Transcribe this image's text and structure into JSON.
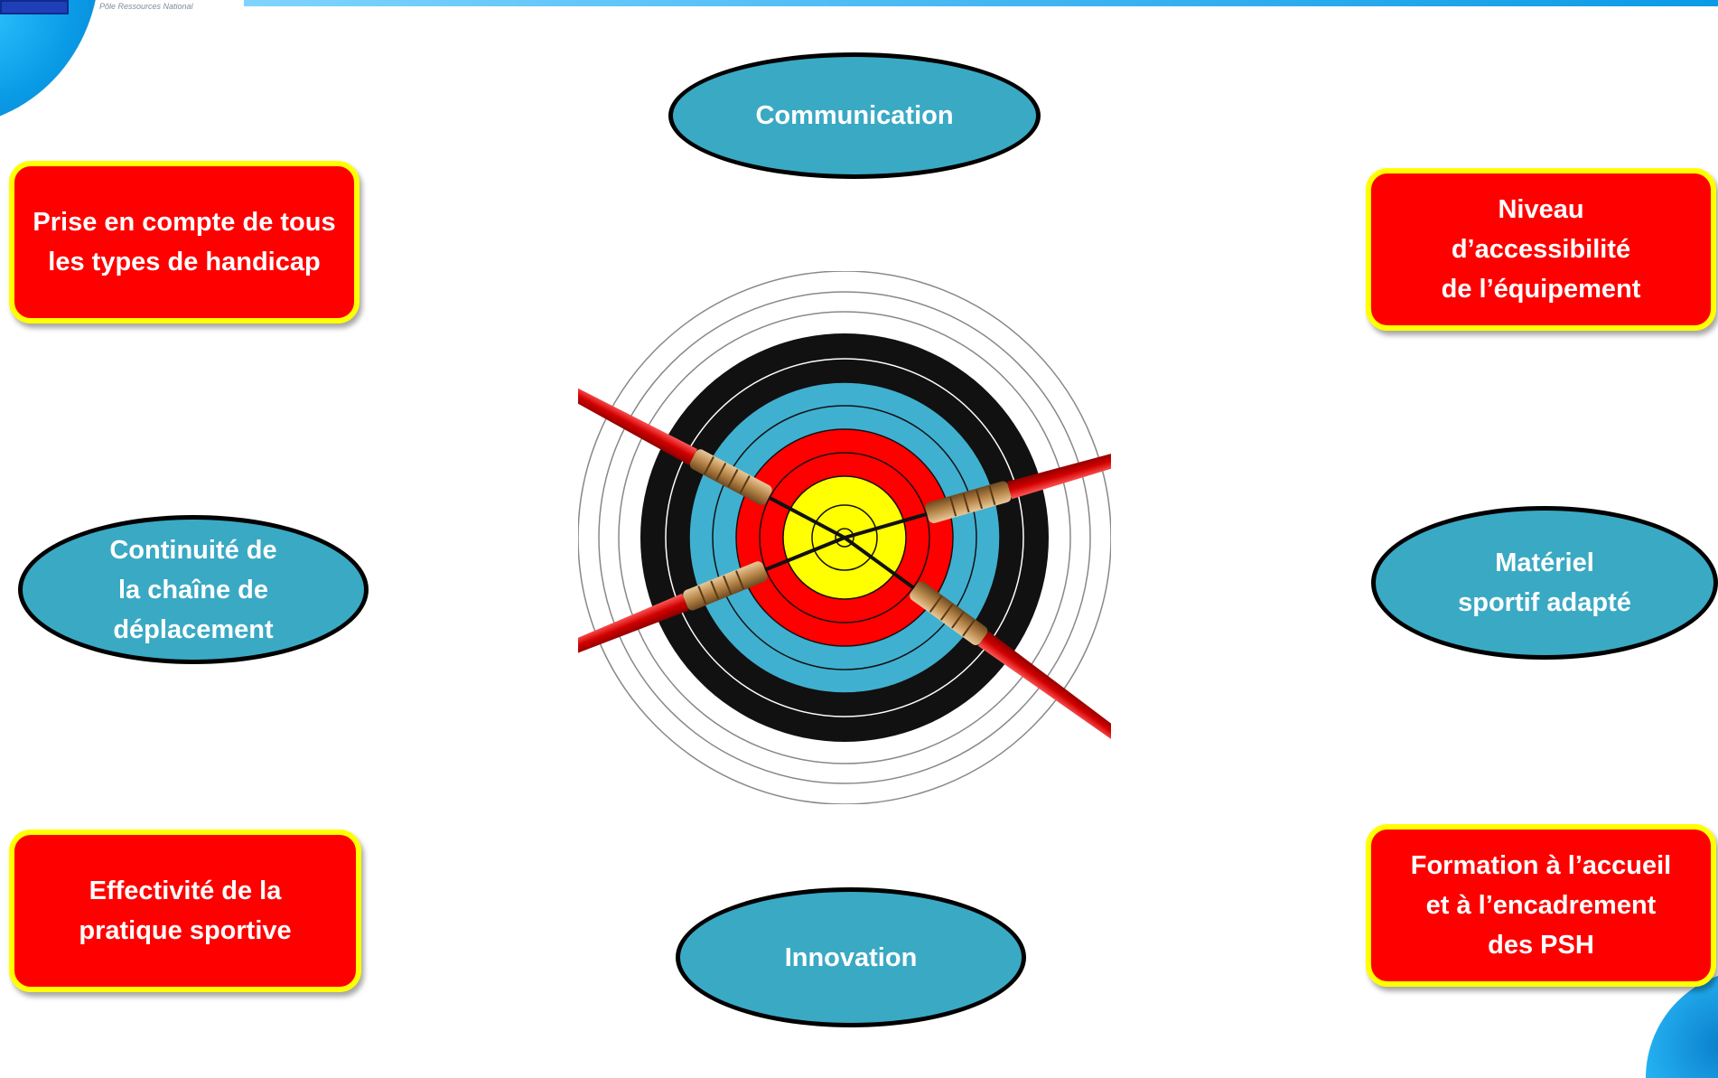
{
  "header": {
    "logo_subtitle": "Pôle Ressources National"
  },
  "colors": {
    "box_fill": "#ff0000",
    "box_border": "#ffff00",
    "oval_fill": "#3aa9c4",
    "oval_border": "#000000",
    "text": "#ffffff",
    "target_rings": [
      "#ffffff",
      "#000000",
      "#40b0d0",
      "#ff0000",
      "#ffff00"
    ]
  },
  "diagram": {
    "top_oval": "Communication",
    "bottom_oval": "Innovation",
    "left_oval": "Continuité de\nla chaîne de\ndéplacement",
    "right_oval": "Matériel\nsportif adapté",
    "top_left_box": "Prise en compte de tous\nles types de handicap",
    "top_right_box": "Niveau\nd’accessibilité\nde l’équipement",
    "bottom_left_box": "Effectivité de la\npratique sportive",
    "bottom_right_box": "Formation à l’accueil\net à l’encadrement\ndes PSH",
    "center_graphic": "target-with-darts"
  }
}
